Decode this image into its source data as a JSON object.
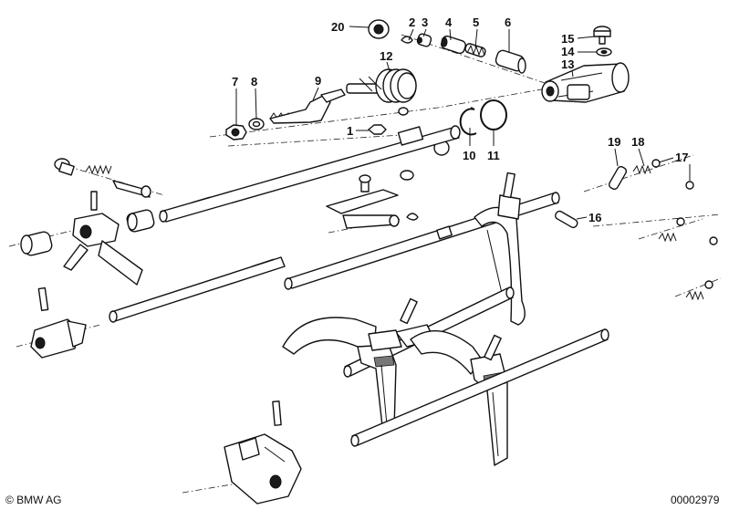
{
  "callouts": [
    "20",
    "2",
    "3",
    "4",
    "5",
    "6",
    "15",
    "14",
    "13",
    "7",
    "8",
    "9",
    "12",
    "1",
    "10",
    "11",
    "19",
    "18",
    "17",
    "16"
  ],
  "footer": {
    "copyright": "© BMW AG",
    "diagram_number": "00002979"
  },
  "colors": {
    "line": "#111111",
    "background": "#ffffff"
  }
}
